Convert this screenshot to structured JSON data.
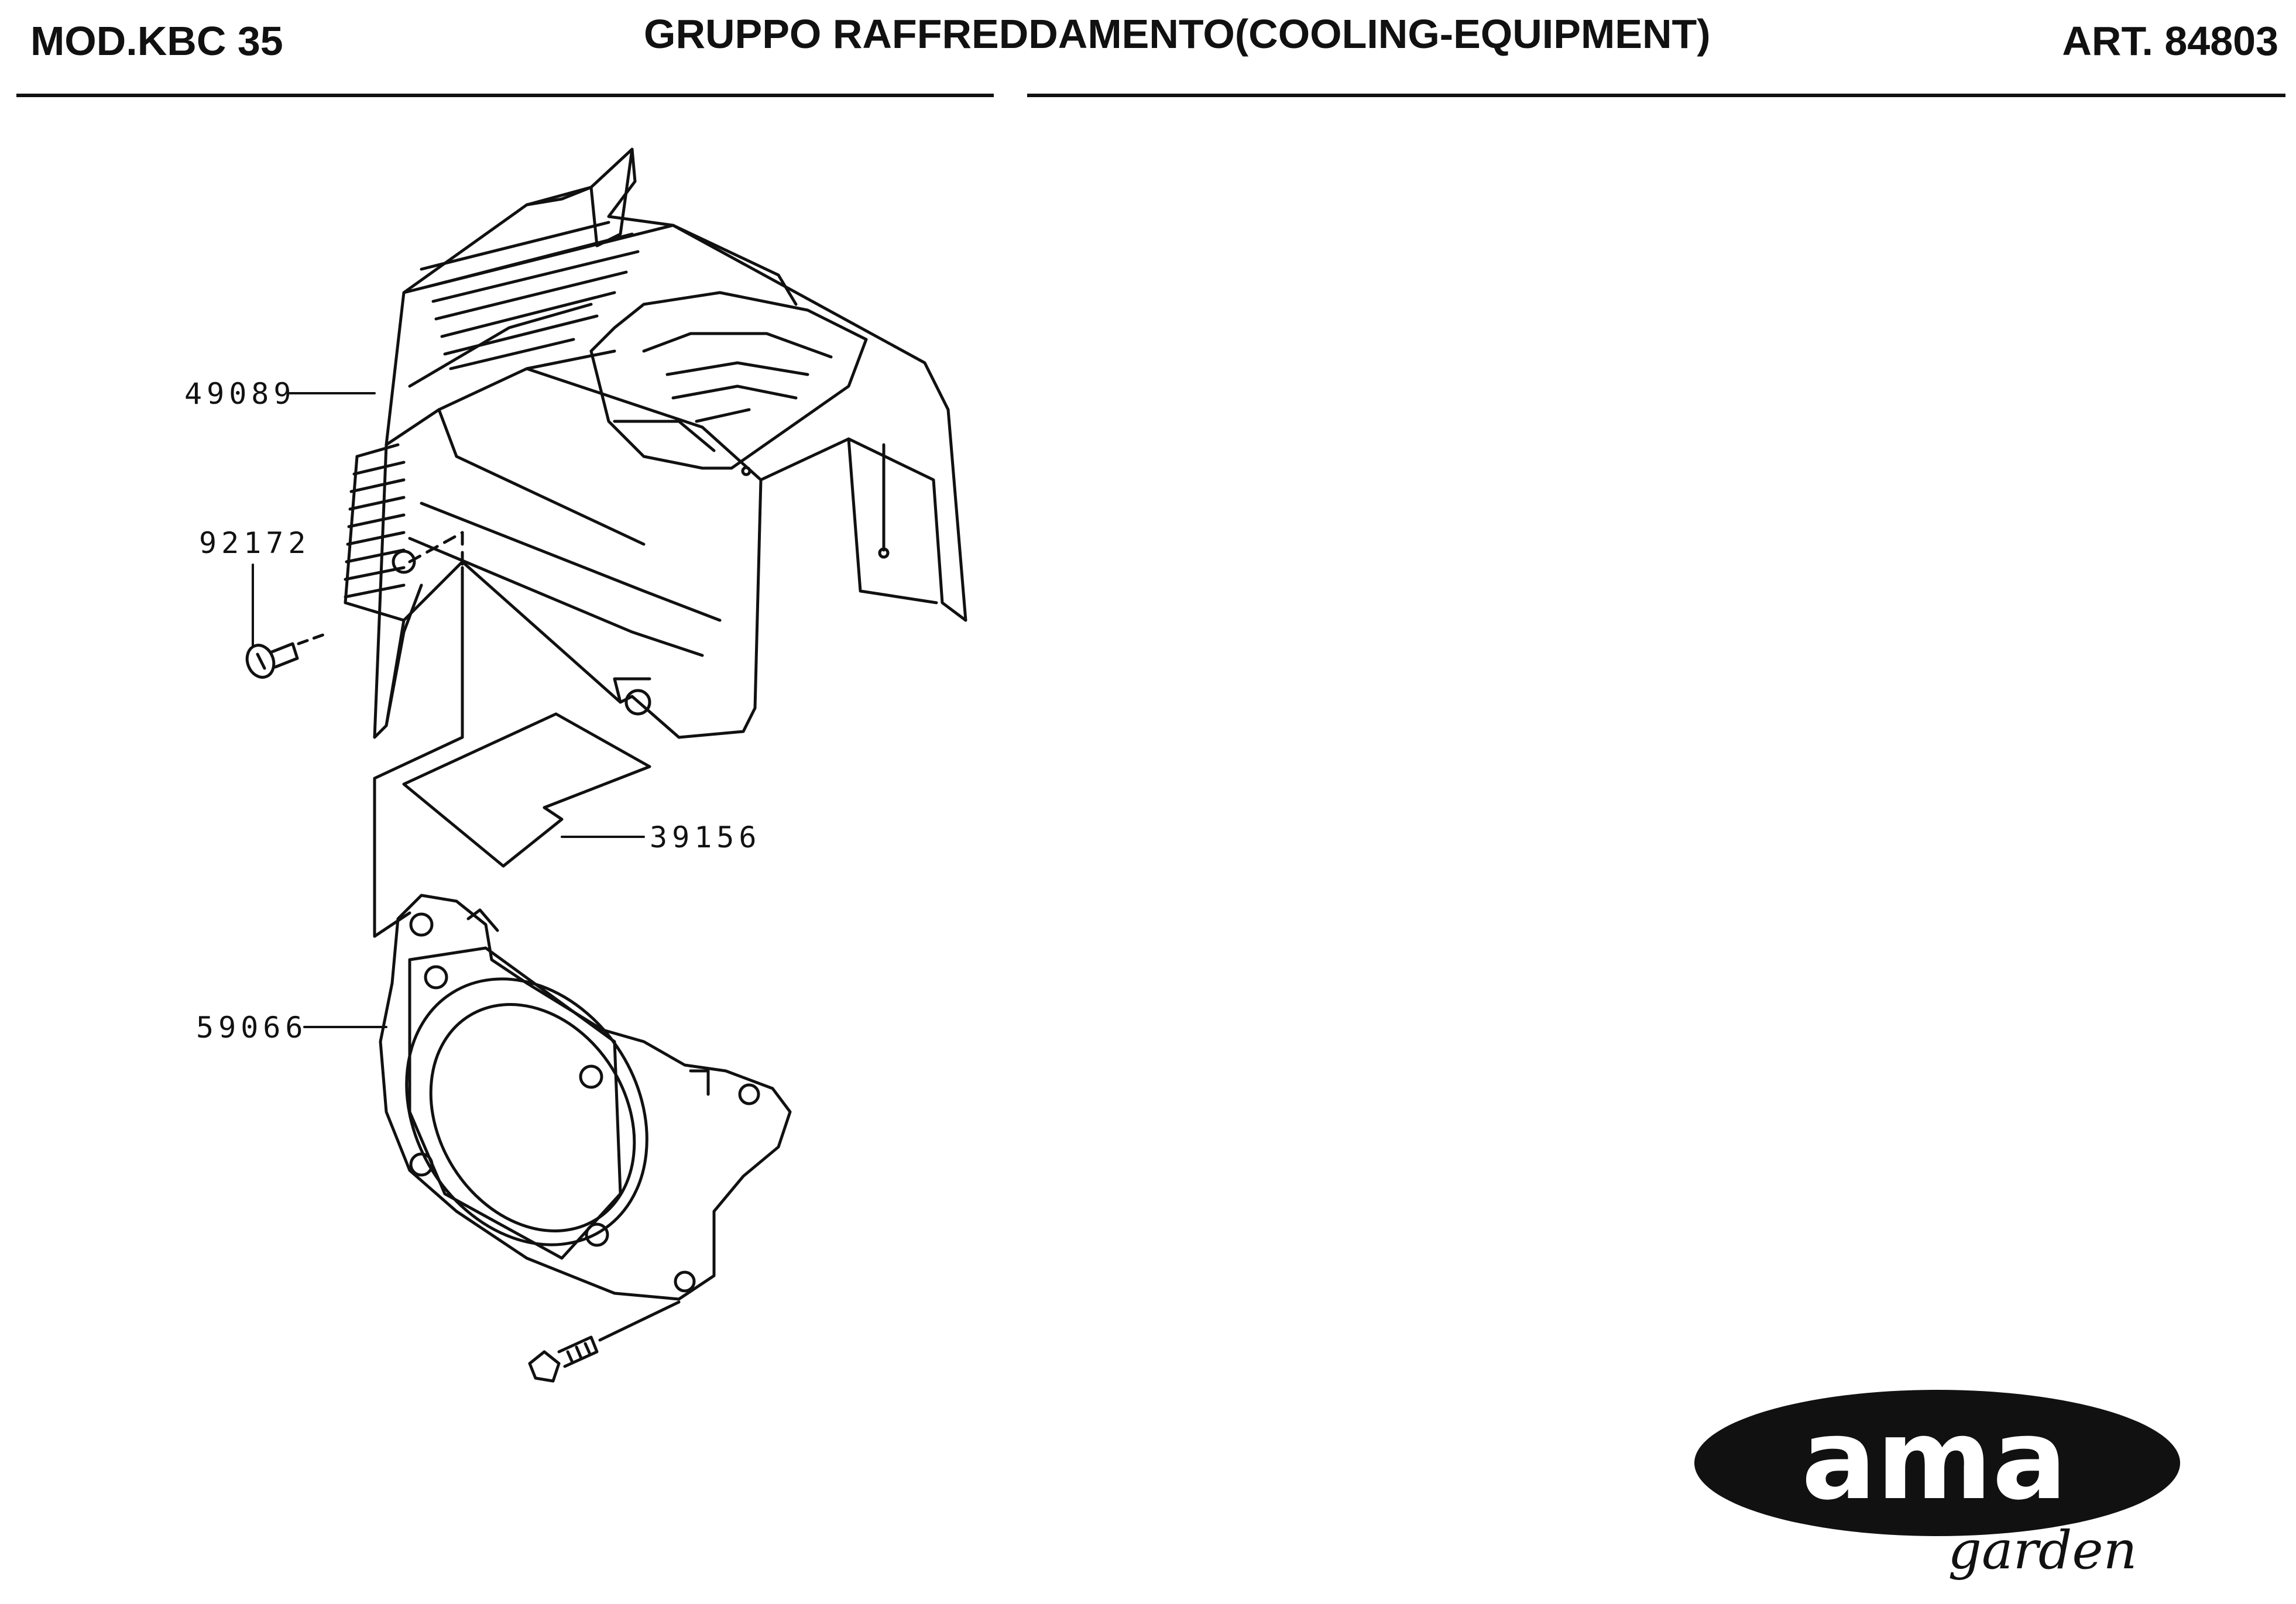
{
  "header": {
    "model": "MOD.KBC 35",
    "title": "GRUPPO RAFFREDDAMENTO(COOLING-EQUIPMENT)",
    "article": "ART. 84803"
  },
  "parts": [
    {
      "code": "49089"
    },
    {
      "code": "92172"
    },
    {
      "code": "39156"
    },
    {
      "code": "59066"
    }
  ],
  "logo": {
    "brand": "ama",
    "sub": "garden"
  },
  "colors": {
    "ink": "#111111",
    "background": "#ffffff"
  }
}
